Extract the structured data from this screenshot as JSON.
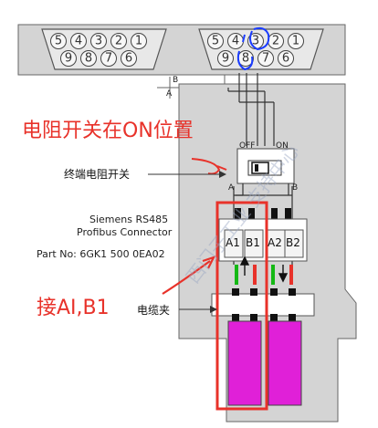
{
  "connectors": {
    "left": {
      "top_pins": [
        "5",
        "4",
        "3",
        "2",
        "1"
      ],
      "bottom_pins": [
        "9",
        "8",
        "7",
        "6"
      ]
    },
    "right": {
      "top_pins": [
        "5",
        "4",
        "3",
        "2",
        "1"
      ],
      "bottom_pins": [
        "9",
        "8",
        "7",
        "6"
      ]
    }
  },
  "ab_label": {
    "a": "A",
    "b": "B"
  },
  "annotation_resistor": "电阻开关在ON位置",
  "switch": {
    "off_label": "OFF",
    "on_label": "ON"
  },
  "terminator_switch_label": "终端电阻开关",
  "rail_labels": {
    "a": "A",
    "b": "B"
  },
  "product": {
    "name_line1": "Siemens RS485",
    "name_line2": "Profibus Connector",
    "part_no": "Part No: 6GK1 500 0EA02"
  },
  "terminals": [
    "A1",
    "B1",
    "A2",
    "B2"
  ],
  "annotation_connect": "接AI,B1",
  "clamp_label": "电缆夹",
  "colors": {
    "housing": "#d4d4d4",
    "annotation_red": "#e8322a",
    "magenta": "#e020d8",
    "blue_mark": "#1a3cff",
    "green_wire": "#14b814"
  },
  "watermark": "西门子工业 支持中心"
}
